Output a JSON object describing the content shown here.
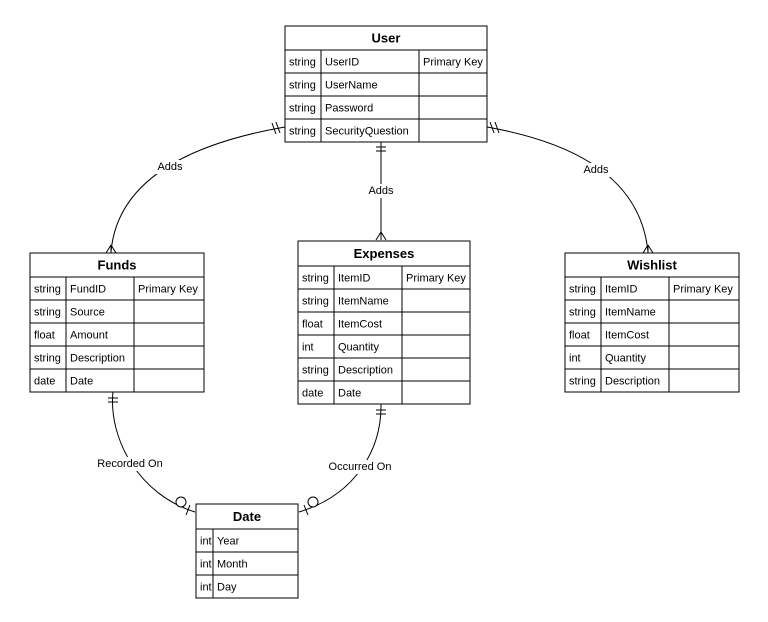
{
  "entities": [
    {
      "id": "user",
      "title": "User",
      "rows": [
        [
          "string",
          "UserID",
          "Primary Key"
        ],
        [
          "string",
          "UserName",
          ""
        ],
        [
          "string",
          "Password",
          ""
        ],
        [
          "string",
          "SecurityQuestion",
          ""
        ]
      ]
    },
    {
      "id": "funds",
      "title": "Funds",
      "rows": [
        [
          "string",
          "FundID",
          "Primary Key"
        ],
        [
          "string",
          "Source",
          ""
        ],
        [
          "float",
          "Amount",
          ""
        ],
        [
          "string",
          "Description",
          ""
        ],
        [
          "date",
          "Date",
          ""
        ]
      ]
    },
    {
      "id": "expenses",
      "title": "Expenses",
      "rows": [
        [
          "string",
          "ItemID",
          "Primary Key"
        ],
        [
          "string",
          "ItemName",
          ""
        ],
        [
          "float",
          "ItemCost",
          ""
        ],
        [
          "int",
          "Quantity",
          ""
        ],
        [
          "string",
          "Description",
          ""
        ],
        [
          "date",
          "Date",
          ""
        ]
      ]
    },
    {
      "id": "wishlist",
      "title": "Wishlist",
      "rows": [
        [
          "string",
          "ItemID",
          "Primary Key"
        ],
        [
          "string",
          "ItemName",
          ""
        ],
        [
          "float",
          "ItemCost",
          ""
        ],
        [
          "int",
          "Quantity",
          ""
        ],
        [
          "string",
          "Description",
          ""
        ]
      ]
    },
    {
      "id": "date",
      "title": "Date",
      "rows": [
        [
          "int",
          "Year"
        ],
        [
          "int",
          "Month"
        ],
        [
          "int",
          "Day"
        ]
      ]
    }
  ],
  "relationships": [
    {
      "id": "user-funds",
      "label": "Adds",
      "from": "user",
      "to": "funds"
    },
    {
      "id": "user-expenses",
      "label": "Adds",
      "from": "user",
      "to": "expenses"
    },
    {
      "id": "user-wishlist",
      "label": "Adds",
      "from": "user",
      "to": "wishlist"
    },
    {
      "id": "funds-date",
      "label": "Recorded On",
      "from": "funds",
      "to": "date"
    },
    {
      "id": "expenses-date",
      "label": "Occurred On",
      "from": "expenses",
      "to": "date"
    }
  ]
}
